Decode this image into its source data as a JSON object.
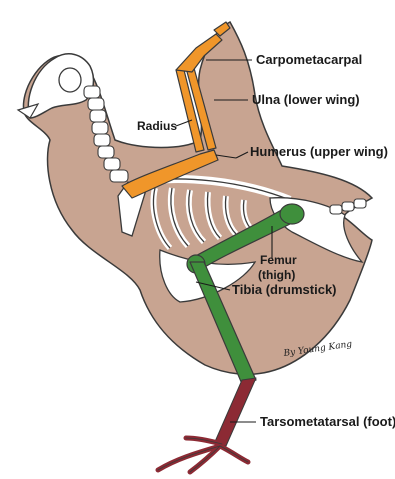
{
  "labels": {
    "carpometacarpal": "Carpometacarpal",
    "ulna": "Ulna (lower wing)",
    "radius": "Radius",
    "humerus": "Humerus (upper wing)",
    "femur": "Femur",
    "femur_sub": "(thigh)",
    "tibia": "Tibia (drumstick)",
    "tarsometatarsal": "Tarsometatarsal (foot)"
  },
  "signature": "By Young Kang",
  "colors": {
    "body": "#c8a491",
    "outline": "#3a3a3a",
    "wing_bones": "#f0962a",
    "leg_bones": "#3f8f3c",
    "foot": "#8c2a34",
    "bone": "#ffffff"
  }
}
